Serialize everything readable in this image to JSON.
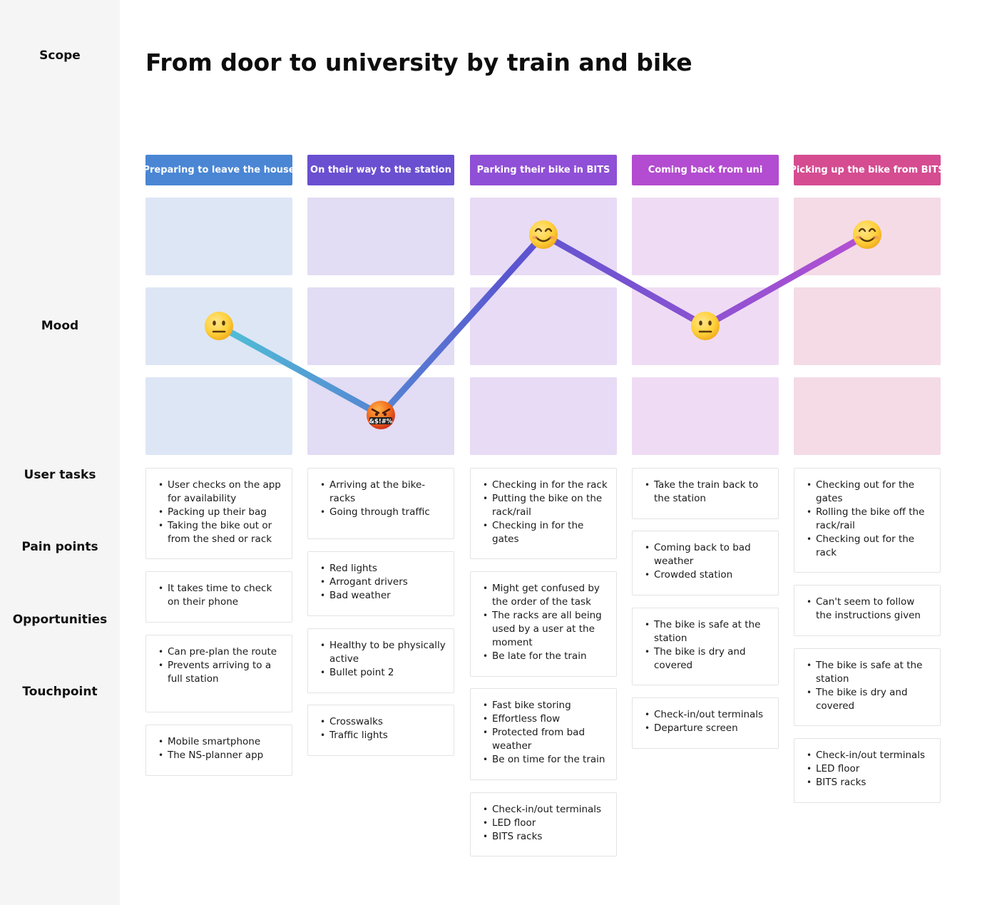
{
  "sidebar": {
    "labels": {
      "scope": "Scope",
      "mood": "Mood",
      "user_tasks": "User tasks",
      "pain_points": "Pain points",
      "opportunities": "Opportunities",
      "touchpoint": "Touchpoint"
    }
  },
  "title": "From door to university by train and bike",
  "stages": [
    {
      "label": "Preparing to leave the house",
      "color": "#4a86d4",
      "tint": "#dde6f5",
      "mood": "neutral",
      "user_tasks": [
        "User checks on the app for availability",
        "Packing up their bag",
        "Taking the bike out or from the shed or rack"
      ],
      "pain_points": [
        "It takes time to check on their phone"
      ],
      "opportunities": [
        "Can pre-plan the route",
        "Prevents arriving to a full station"
      ],
      "touchpoints": [
        "Mobile smartphone",
        "The NS-planner app"
      ]
    },
    {
      "label": "On their way to the station",
      "color": "#6a4fd0",
      "tint": "#e2dcf4",
      "mood": "angry",
      "user_tasks": [
        "Arriving at the bike-racks",
        "Going through traffic"
      ],
      "pain_points": [
        "Red lights",
        "Arrogant drivers",
        "Bad weather"
      ],
      "opportunities": [
        "Healthy to be physically active",
        "Bullet point 2"
      ],
      "touchpoints": [
        "Crosswalks",
        "Traffic lights"
      ]
    },
    {
      "label": "Parking their bike in BITS",
      "color": "#8f4fd6",
      "tint": "#e8dbf5",
      "mood": "happy",
      "user_tasks": [
        "Checking in for the rack",
        "Putting the bike on the rack/rail",
        "Checking in for the gates"
      ],
      "pain_points": [
        "Might get confused by the order of the task",
        "The racks are all being used by a user at the moment",
        "Be late for the train"
      ],
      "opportunities": [
        "Fast bike storing",
        "Effortless flow",
        "Protected from bad weather",
        "Be on time for the train"
      ],
      "touchpoints": [
        "Check-in/out terminals",
        "LED floor",
        "BITS racks"
      ]
    },
    {
      "label": "Coming back from uni",
      "color": "#b34cd0",
      "tint": "#efdcf4",
      "mood": "neutral",
      "user_tasks": [
        "Take the train back to the station"
      ],
      "pain_points": [
        "Coming back to bad weather",
        "Crowded station"
      ],
      "opportunities": [
        "The bike is safe at the station",
        "The bike is dry and covered"
      ],
      "touchpoints": [
        "Check-in/out terminals",
        "Departure screen"
      ]
    },
    {
      "label": "Picking up the bike from BITS",
      "color": "#d54c91",
      "tint": "#f4dbe6",
      "mood": "happy",
      "user_tasks": [
        "Checking out for the gates",
        "Rolling the bike off the rack/rail",
        "Checking out for the rack"
      ],
      "pain_points": [
        "Can't seem to follow the instructions given"
      ],
      "opportunities": [
        "The bike is safe at the station",
        "The bike is dry and covered"
      ],
      "touchpoints": [
        "Check-in/out terminals",
        "LED floor",
        "BITS racks"
      ]
    }
  ],
  "mood_scale": [
    "happy",
    "neutral",
    "angry"
  ],
  "colors": {
    "line_start": "#4fc1d6",
    "line_mid": "#5a55d0",
    "line_end": "#b64fd3",
    "emoji_face": "#ffd13b"
  }
}
